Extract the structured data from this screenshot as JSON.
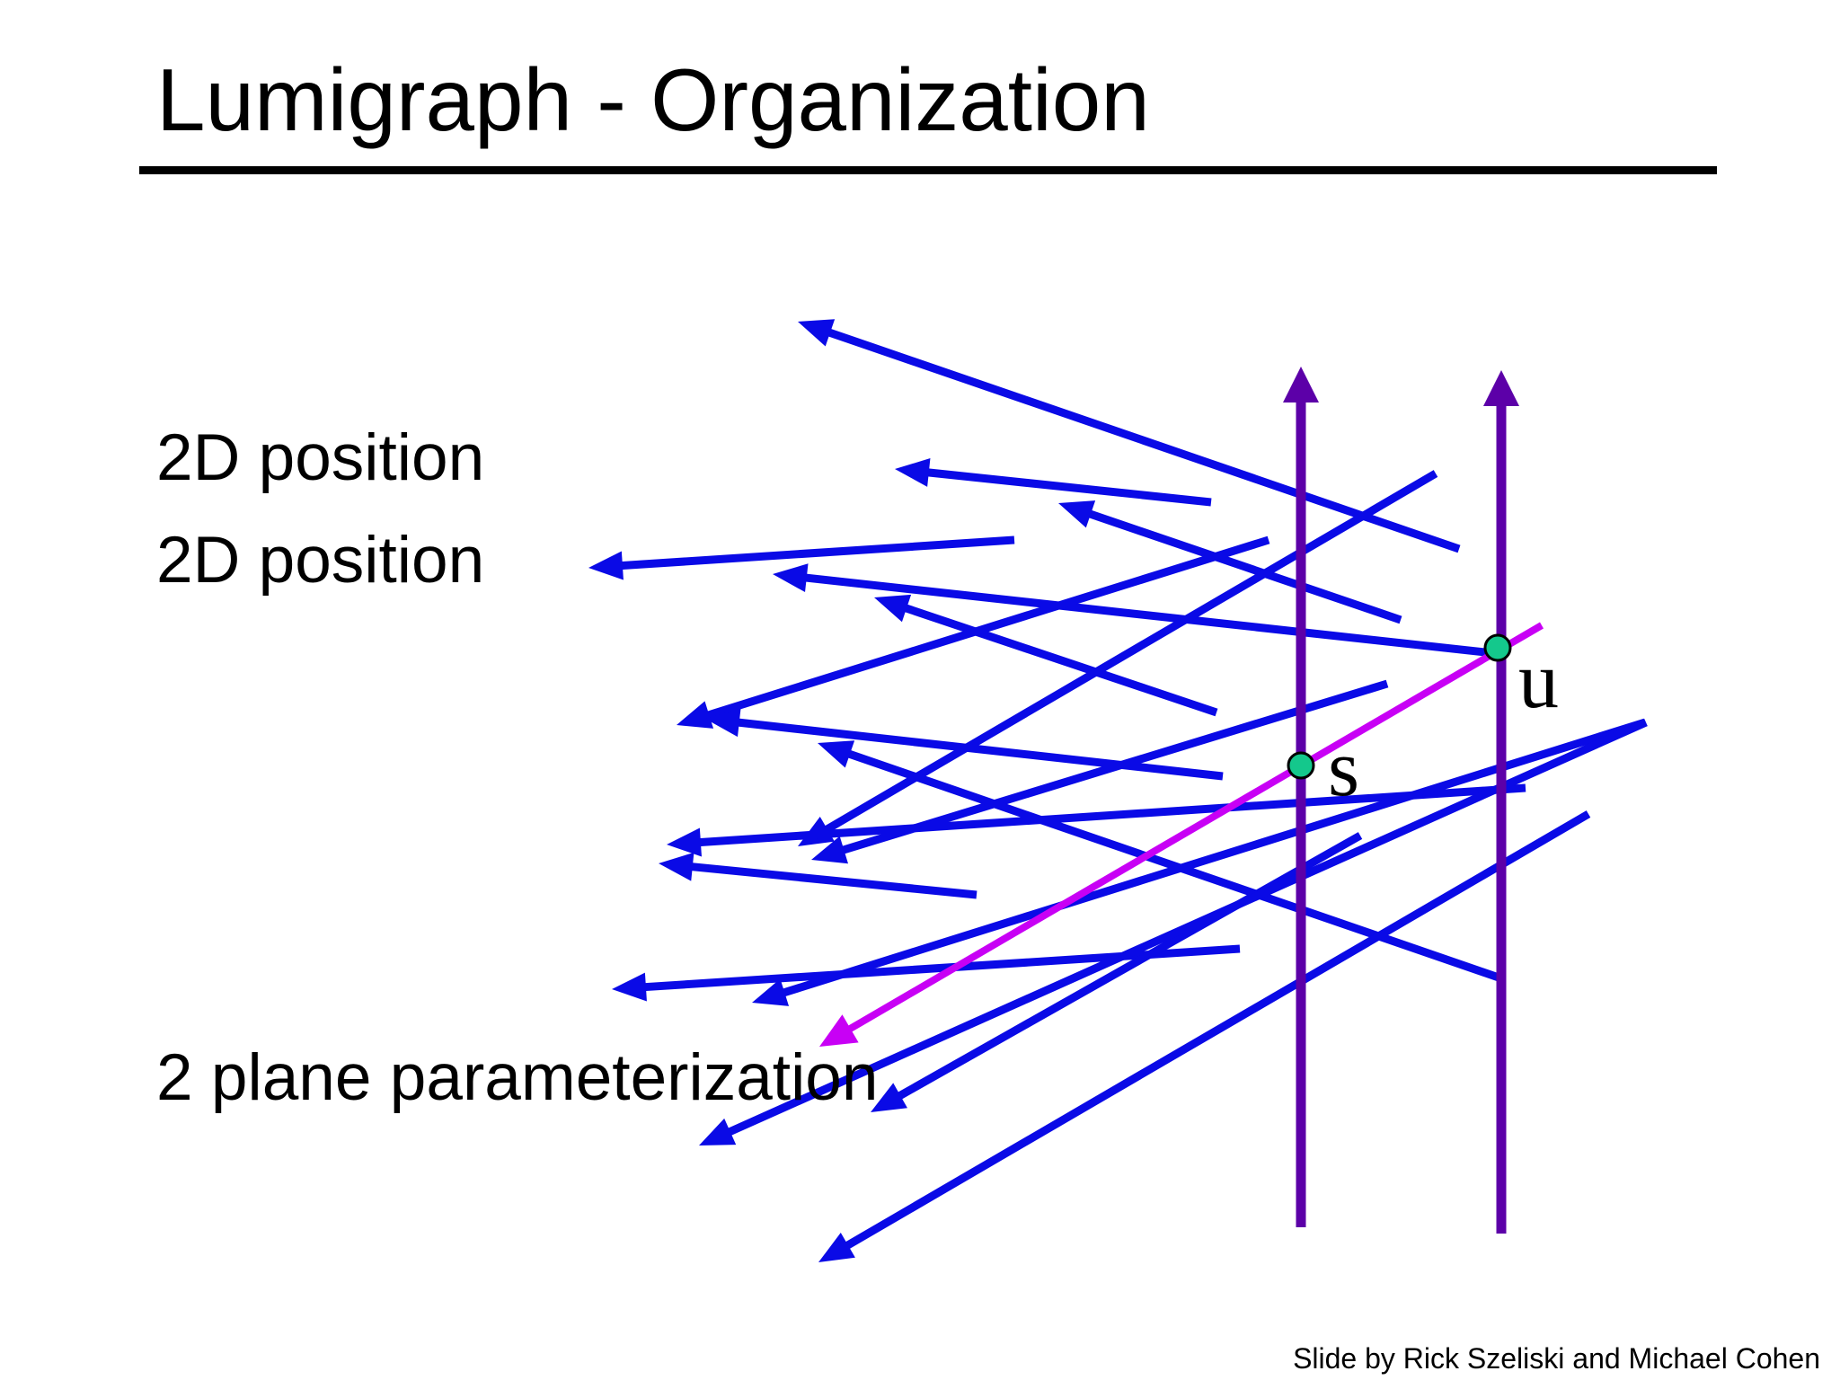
{
  "slide": {
    "title": "Lumigraph - Organization",
    "labels": [
      "2D position",
      "2D position",
      "2 plane parameterization"
    ],
    "credit": "Slide by Rick Szeliski and Michael Cohen"
  },
  "diagram": {
    "plane_s_label": "s",
    "plane_u_label": "u",
    "colors": {
      "ray": "#0a0ae6",
      "plane": "#5c00a8",
      "highlight_ray": "#c800f5",
      "intersection_point": "#14c88c",
      "point_outline": "#000000"
    },
    "icons": {
      "plane_arrow": "arrow-up-icon",
      "ray_arrow": "arrow-left-icon",
      "intersection": "circle-point-icon"
    }
  }
}
